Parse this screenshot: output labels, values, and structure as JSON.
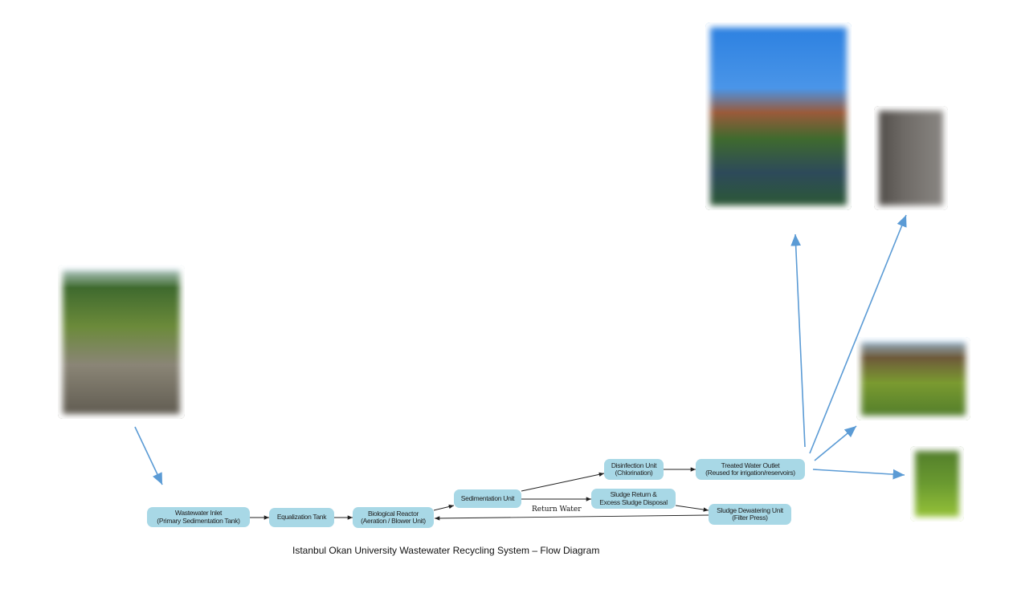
{
  "caption": "Istanbul Okan University Wastewater Recycling System – Flow Diagram",
  "nodes": {
    "inlet": {
      "l1": "Wastewater Inlet",
      "l2": "(Primary Sedimentation Tank)"
    },
    "equalization": {
      "l1": "Equalization Tank"
    },
    "bioreactor": {
      "l1": "Biological Reactor",
      "l2": "(Aeration / Blower Unit)"
    },
    "sedimentation": {
      "l1": "Sedimentation Unit"
    },
    "disinfection": {
      "l1": "Disinfection Unit",
      "l2": "(Chlorination)"
    },
    "treated": {
      "l1": "Treated Water Outlet",
      "l2": "(Reused for irrigation/reservoirs)"
    },
    "sludge_return": {
      "l1": "Sludge Return &",
      "l2": "Excess Sludge Disposal"
    },
    "dewatering": {
      "l1": "Sludge Dewatering Unit",
      "l2": "(Filter Press)"
    }
  },
  "edge_labels": {
    "return_water": "Return Water"
  },
  "colors": {
    "node": "#a8d8e6",
    "blue_arrow": "#5b9bd5"
  }
}
